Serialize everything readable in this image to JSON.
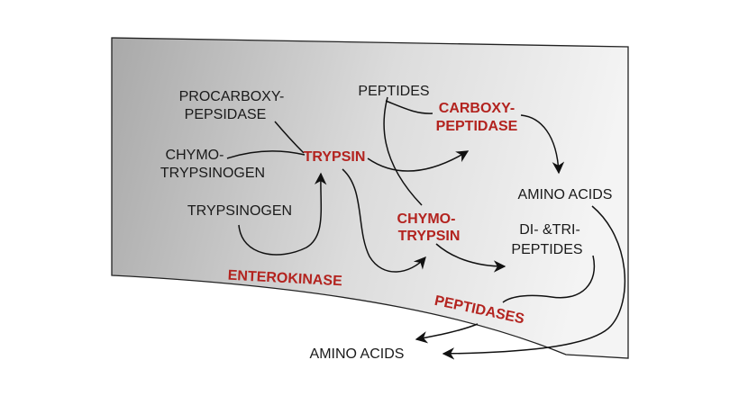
{
  "labels": {
    "procarboxy_1": "PROCARBOXY-",
    "procarboxy_2": "PEPSIDASE",
    "chymotrypsinogen_1": "CHYMO-",
    "chymotrypsinogen_2": "TRYPSINOGEN",
    "trypsinogen": "TRYPSINOGEN",
    "peptides": "PEPTIDES",
    "amino_acids_right": "AMINO ACIDS",
    "di_tri_1": "DI- &TRI-",
    "di_tri_2": "PEPTIDES",
    "amino_acids_bottom": "AMINO ACIDS"
  },
  "enzymes": {
    "trypsin": "TRYPSIN",
    "carboxypeptidase_1": "CARBOXY-",
    "carboxypeptidase_2": "PEPTIDASE",
    "chymotrypsin_1": "CHYMO-",
    "chymotrypsin_2": "TRYPSIN",
    "enterokinase": "ENTEROKINASE",
    "peptidases": "PEPTIDASES"
  },
  "colors": {
    "enzyme": "#b3231f",
    "label": "#1a1a1a",
    "arrow": "#111111",
    "panel_light": "#f4f4f4",
    "panel_dark": "#a9a9a9"
  }
}
